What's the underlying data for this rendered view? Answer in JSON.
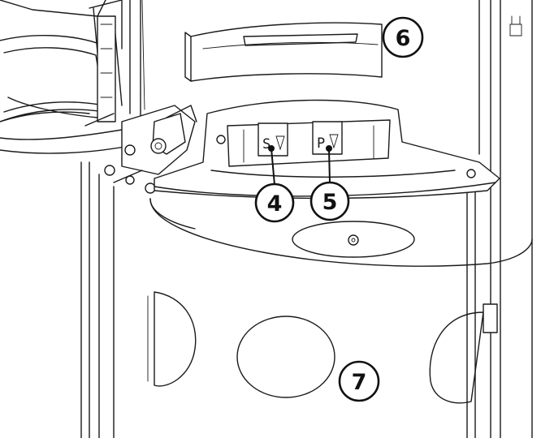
{
  "callouts": [
    {
      "id": "6",
      "label": "6"
    },
    {
      "id": "4",
      "label": "4"
    },
    {
      "id": "5",
      "label": "5"
    },
    {
      "id": "7",
      "label": "7"
    }
  ],
  "stamps": [
    {
      "id": "s",
      "text": "S"
    },
    {
      "id": "p",
      "text": "P"
    }
  ]
}
